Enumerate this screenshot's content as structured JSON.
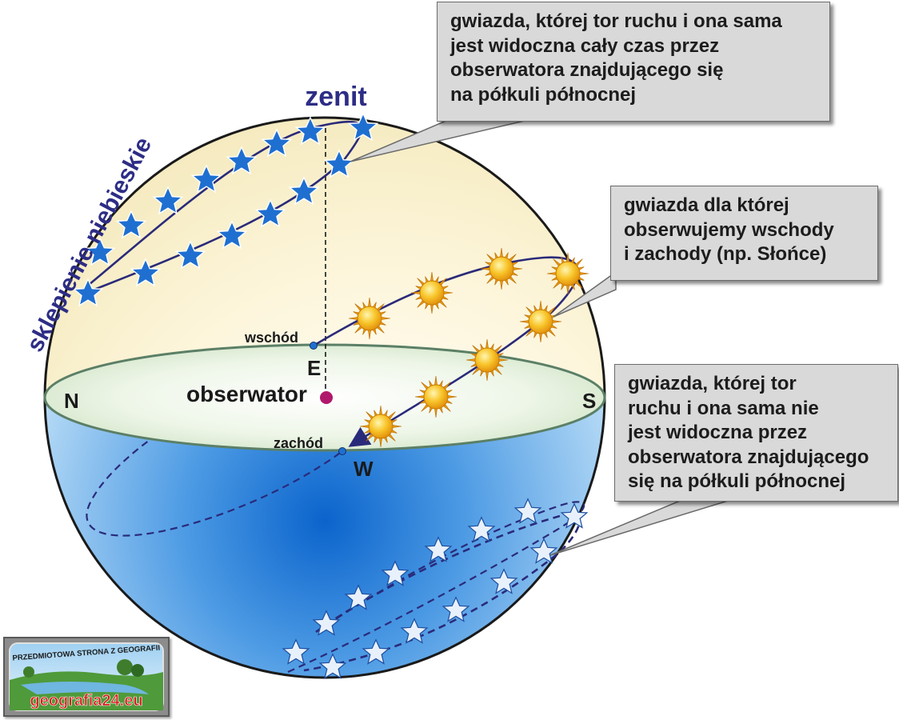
{
  "labels": {
    "zenith": "zenit",
    "sky_dome": "sklepienie niebieskie",
    "observer": "obserwator",
    "sunrise": "wschód",
    "sunset": "zachód",
    "north": "N",
    "south": "S",
    "east": "E",
    "west": "W"
  },
  "callouts": {
    "circumpolar": {
      "lines": [
        "gwiazda, której tor ruchu i ona sama",
        "jest widoczna cały czas przez",
        "obserwatora znajdującego się",
        "na półkuli północnej"
      ]
    },
    "rising_setting": {
      "lines": [
        "gwiazda dla której",
        "obserwujemy wschody",
        "i zachody (np. Słońce)"
      ]
    },
    "never_visible": {
      "lines": [
        "gwiazda, której tor",
        "ruchu i ona sama nie",
        "jest widoczna przez",
        "obserwatora znajdującego",
        "się na półkuli północnej"
      ]
    }
  },
  "badge": {
    "title": "PRZEDMIOTOWA STRONA Z GEOGRAFII",
    "site": "geografia24.eu"
  },
  "colors": {
    "upper_sky": "#fbf2d2",
    "lower_sky": "#3b8fe0",
    "horizon": "#e6f2df",
    "path": "#2a2a7a",
    "star_blue": "#1f6fd0",
    "star_pale": "#e8f1fb",
    "sun": "#f3b21b",
    "observer_dot": "#b0186c"
  }
}
